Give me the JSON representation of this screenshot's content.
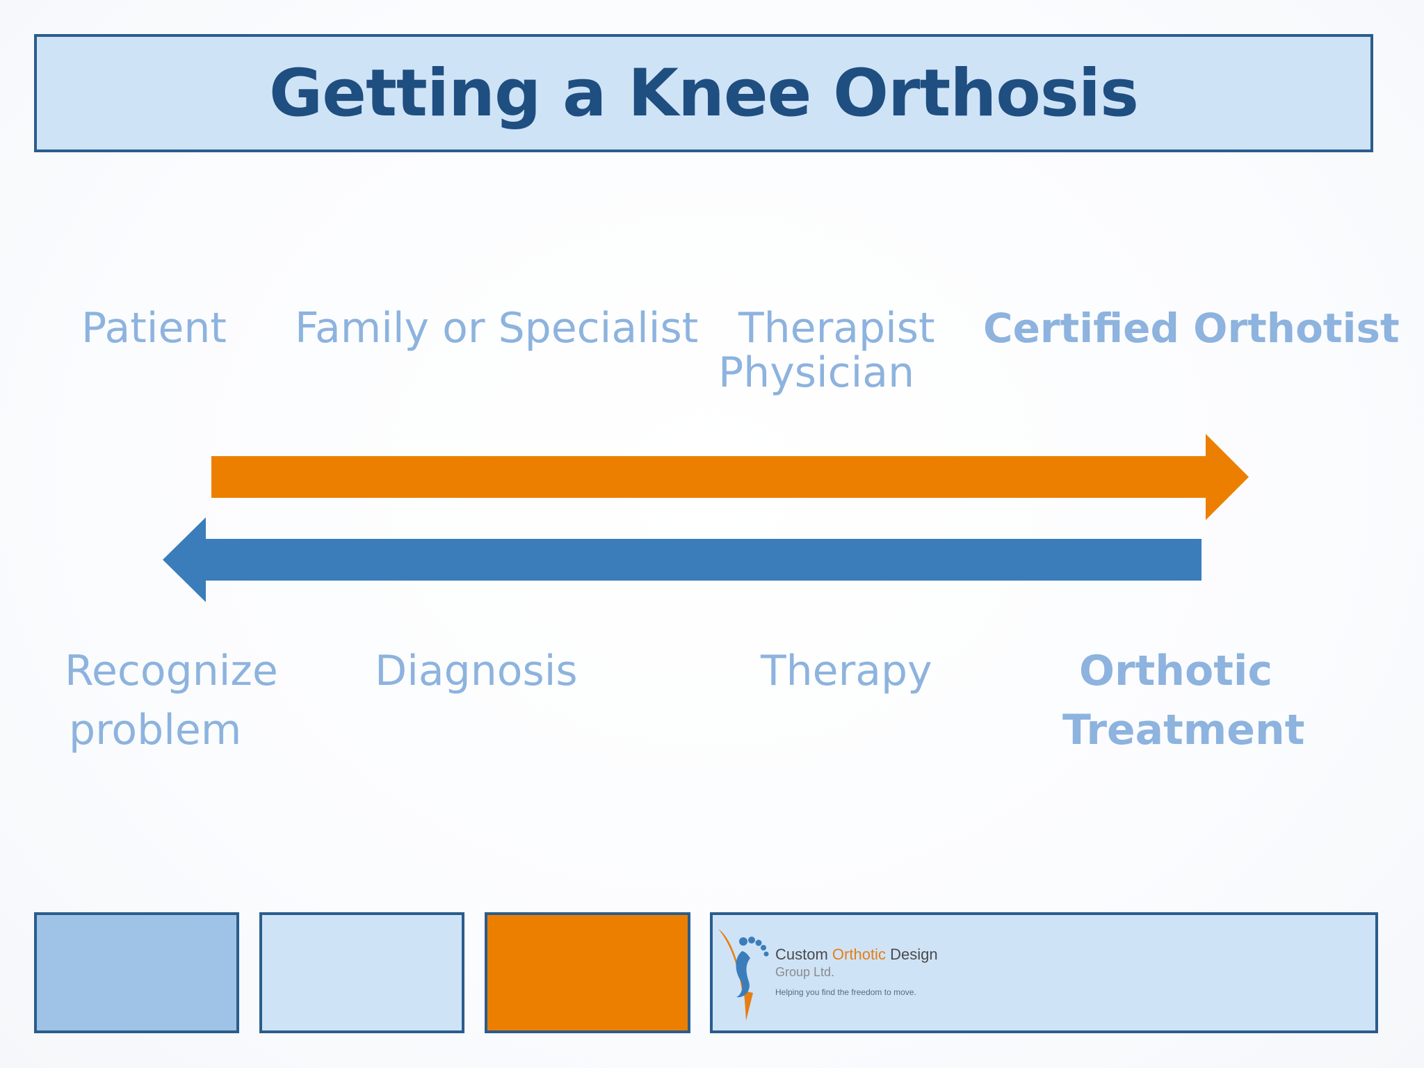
{
  "title": "Getting a Knee Orthosis",
  "top_labels": {
    "patient": "Patient",
    "family_specialist": "Family or Specialist",
    "therapist": "Therapist",
    "physician": "Physician",
    "certified_orthotist": "Certified Orthotist"
  },
  "bottom_labels": {
    "recognize_line1": "Recognize",
    "recognize_line2": "problem",
    "diagnosis": "Diagnosis",
    "therapy": "Therapy",
    "orthotic_line1": "Orthotic",
    "orthotic_line2": "Treatment"
  },
  "arrows": {
    "forward_color": "#ec7f00",
    "backward_color": "#3a7dba"
  },
  "footer": {
    "box_colors": [
      "#9ec3e6",
      "#cfe3f7",
      "#ec7f00"
    ],
    "logo": {
      "company_word1": "Custom",
      "company_word2": "Orthotic",
      "company_word3": "Design",
      "company_sub": "Group Ltd.",
      "tagline": "Helping you find the freedom to move.",
      "icon": "foot-logo-icon"
    }
  },
  "colors": {
    "title_bg": "#cfe3f7",
    "title_text": "#1f4e80",
    "border": "#2a5d8c",
    "label_text": "#8db3de"
  }
}
